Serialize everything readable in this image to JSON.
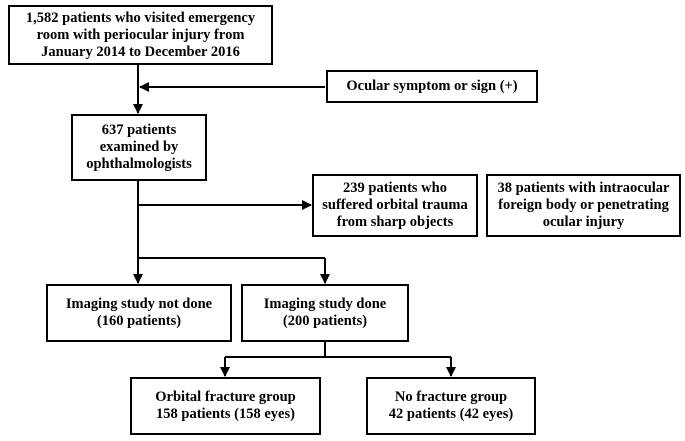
{
  "boxes": {
    "total": {
      "lines": [
        "1,582 patients who visited emergency",
        "room with periocular injury from",
        "January 2014 to December 2016"
      ]
    },
    "symptom": {
      "lines": [
        "Ocular symptom or sign (+)"
      ]
    },
    "examined": {
      "lines": [
        "637 patients",
        "examined by",
        "ophthalmologists"
      ]
    },
    "sharp": {
      "lines": [
        "239 patients who",
        "suffered orbital trauma",
        "from sharp objects"
      ]
    },
    "intraocular": {
      "lines": [
        "38 patients with intraocular",
        "foreign body or penetrating",
        "ocular injury"
      ]
    },
    "not_done": {
      "lines": [
        "Imaging study not done",
        "(160 patients)"
      ]
    },
    "done": {
      "lines": [
        "Imaging study done",
        "(200 patients)"
      ]
    },
    "fracture": {
      "lines": [
        "Orbital fracture group",
        "158 patients (158 eyes)"
      ]
    },
    "no_fracture": {
      "lines": [
        "No fracture group",
        "42 patients (42 eyes)"
      ]
    }
  }
}
